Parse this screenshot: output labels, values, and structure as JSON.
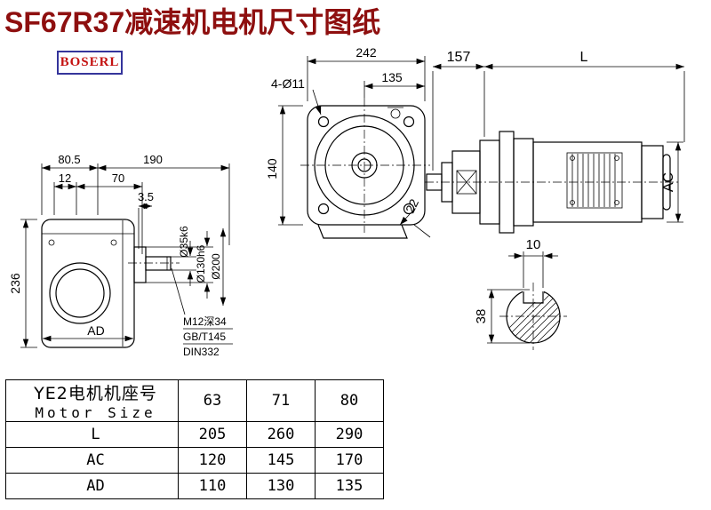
{
  "title": "SF67R37减速机电机尺寸图纸",
  "logo": {
    "text": "BOSERL"
  },
  "front_view": {
    "d242": "242",
    "d135": "135",
    "bolt_note": "4-Ø11",
    "d140": "140",
    "d22": "22"
  },
  "motor_view": {
    "d157": "157",
    "dL": "L",
    "dAC": "AC"
  },
  "side_view": {
    "d80_5": "80.5",
    "d190": "190",
    "d12": "12",
    "d70": "70",
    "d3_5": "3.5",
    "d236": "236",
    "dAD": "AD",
    "d35": "Ø35k6",
    "d130": "Ø130h6",
    "d200": "Ø200",
    "note_thread": "M12深34",
    "note_gb": "GB/T145",
    "note_din": "DIN332"
  },
  "shaft_section": {
    "d10": "10",
    "d38": "38"
  },
  "table": {
    "header": {
      "label_cn": "YE2电机机座号",
      "label_en": "Motor Size",
      "sizes": [
        "63",
        "71",
        "80"
      ]
    },
    "rows": [
      {
        "label": "L",
        "values": [
          "205",
          "260",
          "290"
        ]
      },
      {
        "label": "AC",
        "values": [
          "120",
          "145",
          "170"
        ]
      },
      {
        "label": "AD",
        "values": [
          "110",
          "130",
          "135"
        ]
      }
    ]
  }
}
